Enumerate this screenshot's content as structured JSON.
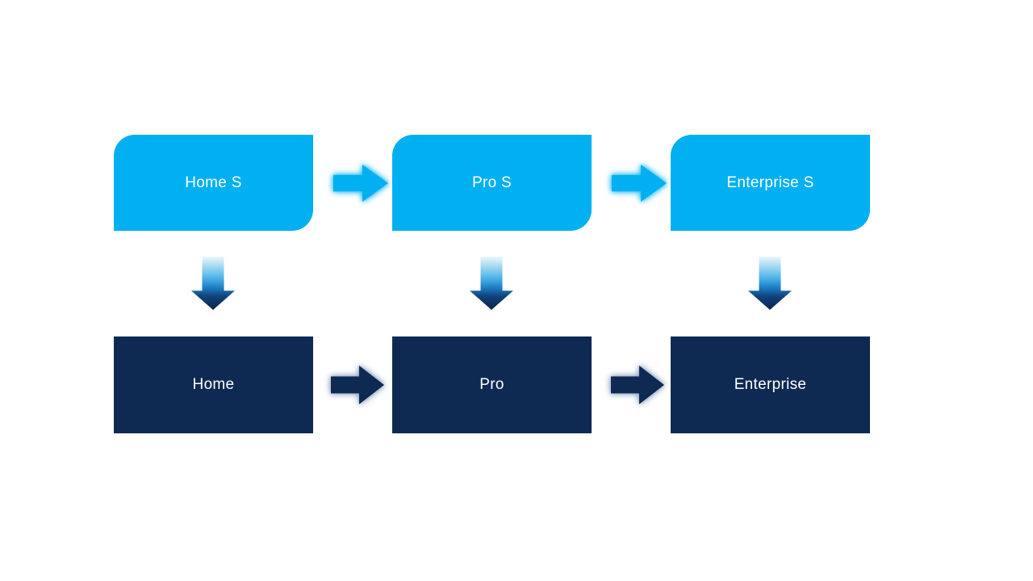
{
  "slide": {
    "nodes": {
      "top": [
        {
          "label": "Home S"
        },
        {
          "label": "Pro S"
        },
        {
          "label": "Enterprise S"
        }
      ],
      "bottom": [
        {
          "label": "Home"
        },
        {
          "label": "Pro"
        },
        {
          "label": "Enterprise"
        }
      ]
    },
    "colors": {
      "light_blue": "#00B0F0",
      "dark_navy": "#0E2A52",
      "bg": "#FFFFFF",
      "grad_1": "#ECF7FD",
      "grad_2": "#A6D9F2",
      "grad_3": "#4FB3E8",
      "grad_4": "#1D7FC4",
      "grad_5": "#10447F",
      "grad_6": "#0B2347"
    }
  }
}
